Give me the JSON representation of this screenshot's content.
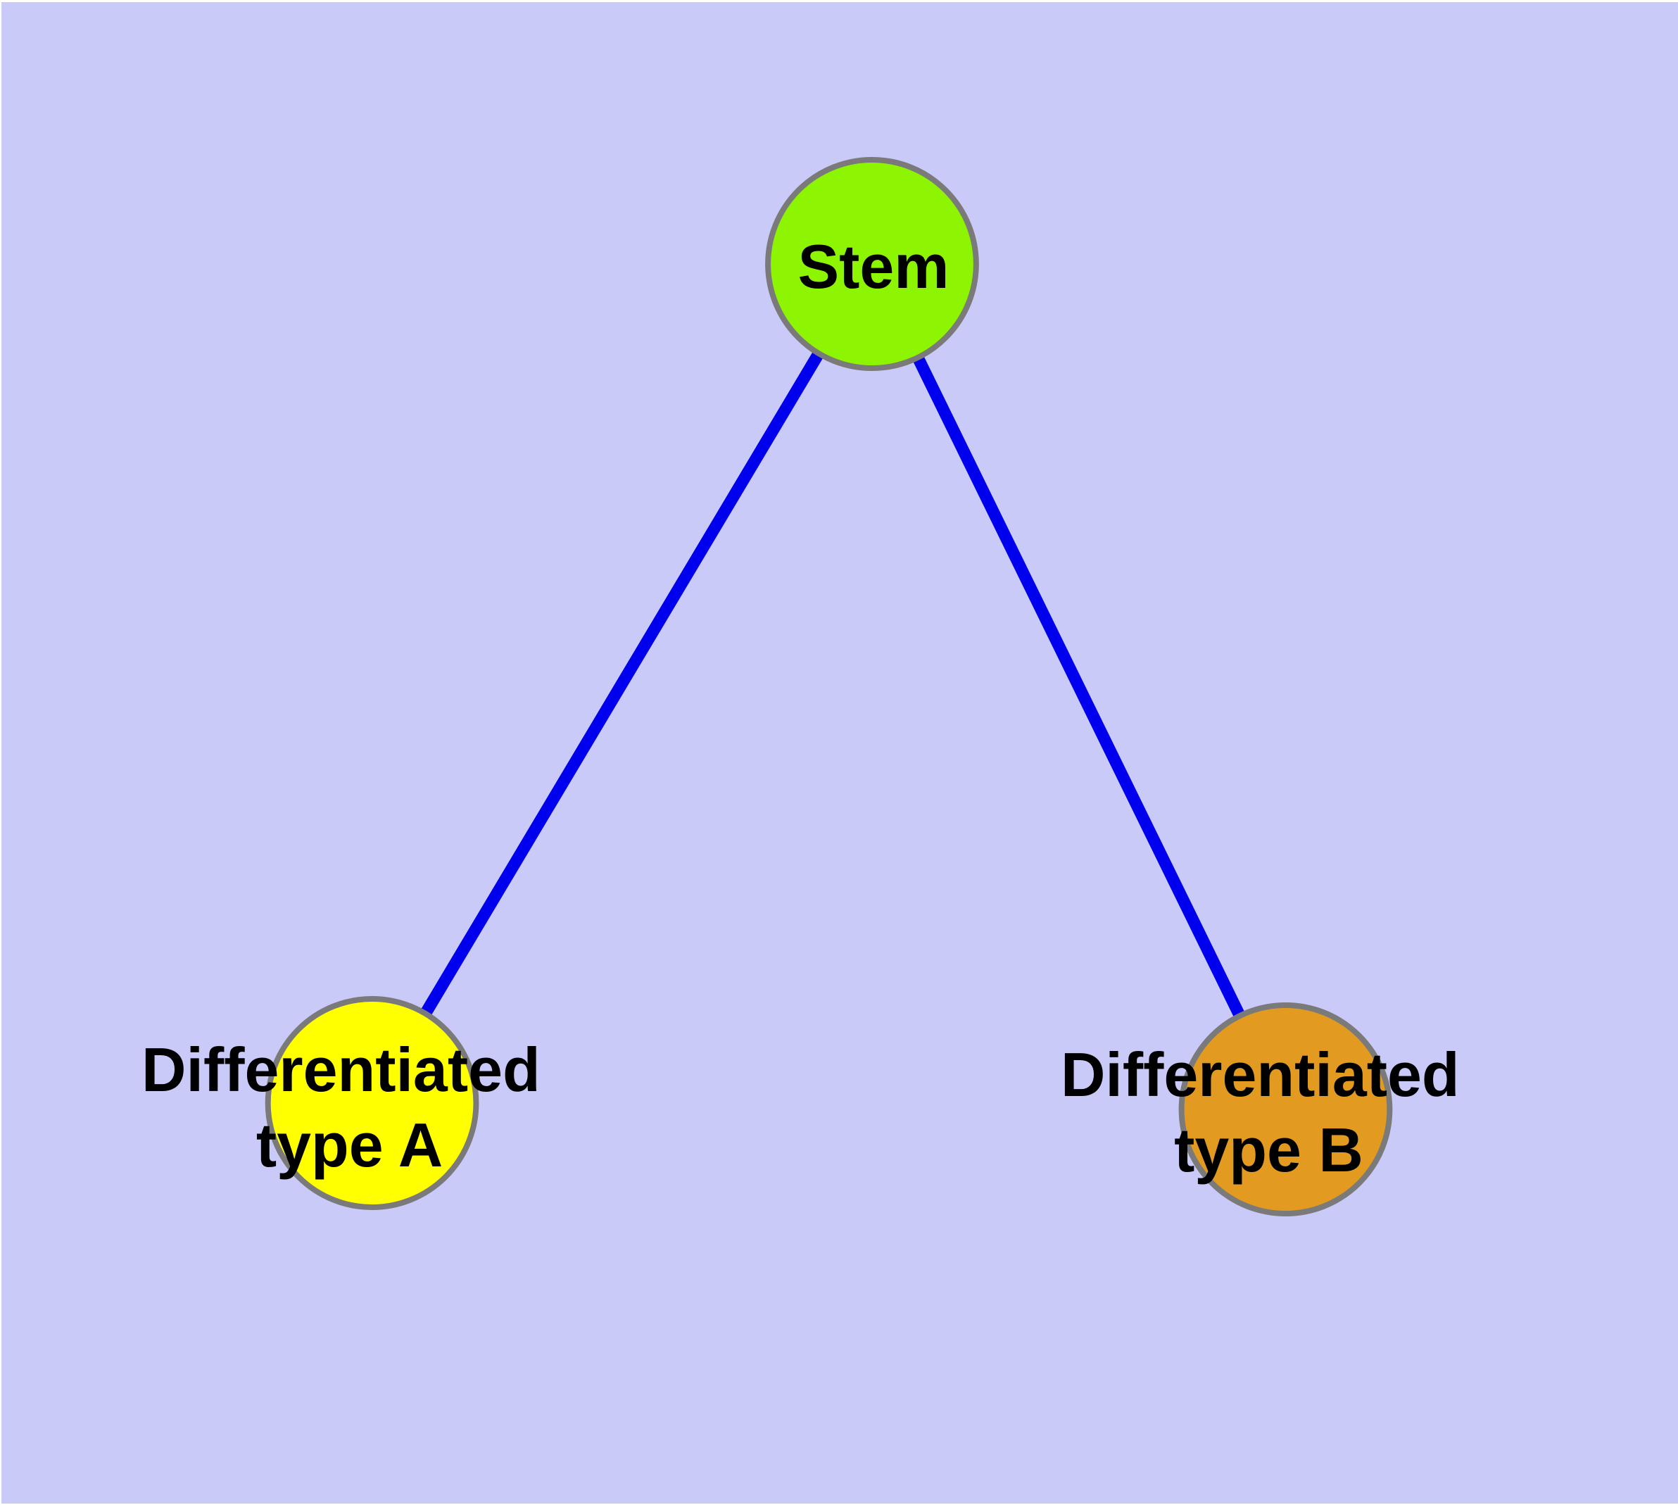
{
  "diagram": {
    "type": "node-link-graph",
    "background_color": "#CACAF8",
    "node_border_color": "#7A7A7A",
    "edge_color": "#0000EE",
    "text_color": "#000000",
    "nodes": [
      {
        "id": "stem",
        "label": "Stem",
        "label_lines": [
          "Stem"
        ],
        "fill": "#8DF402"
      },
      {
        "id": "differentiated-type-a",
        "label": "Differentiated type A",
        "label_lines": [
          "Differentiated",
          "type A"
        ],
        "fill": "#FFFF00"
      },
      {
        "id": "differentiated-type-b",
        "label": "Differentiated type B",
        "label_lines": [
          "Differentiated",
          "type B"
        ],
        "fill": "#E29A20"
      }
    ],
    "edges": [
      {
        "from": "stem",
        "to": "differentiated-type-a"
      },
      {
        "from": "stem",
        "to": "differentiated-type-b"
      }
    ]
  }
}
